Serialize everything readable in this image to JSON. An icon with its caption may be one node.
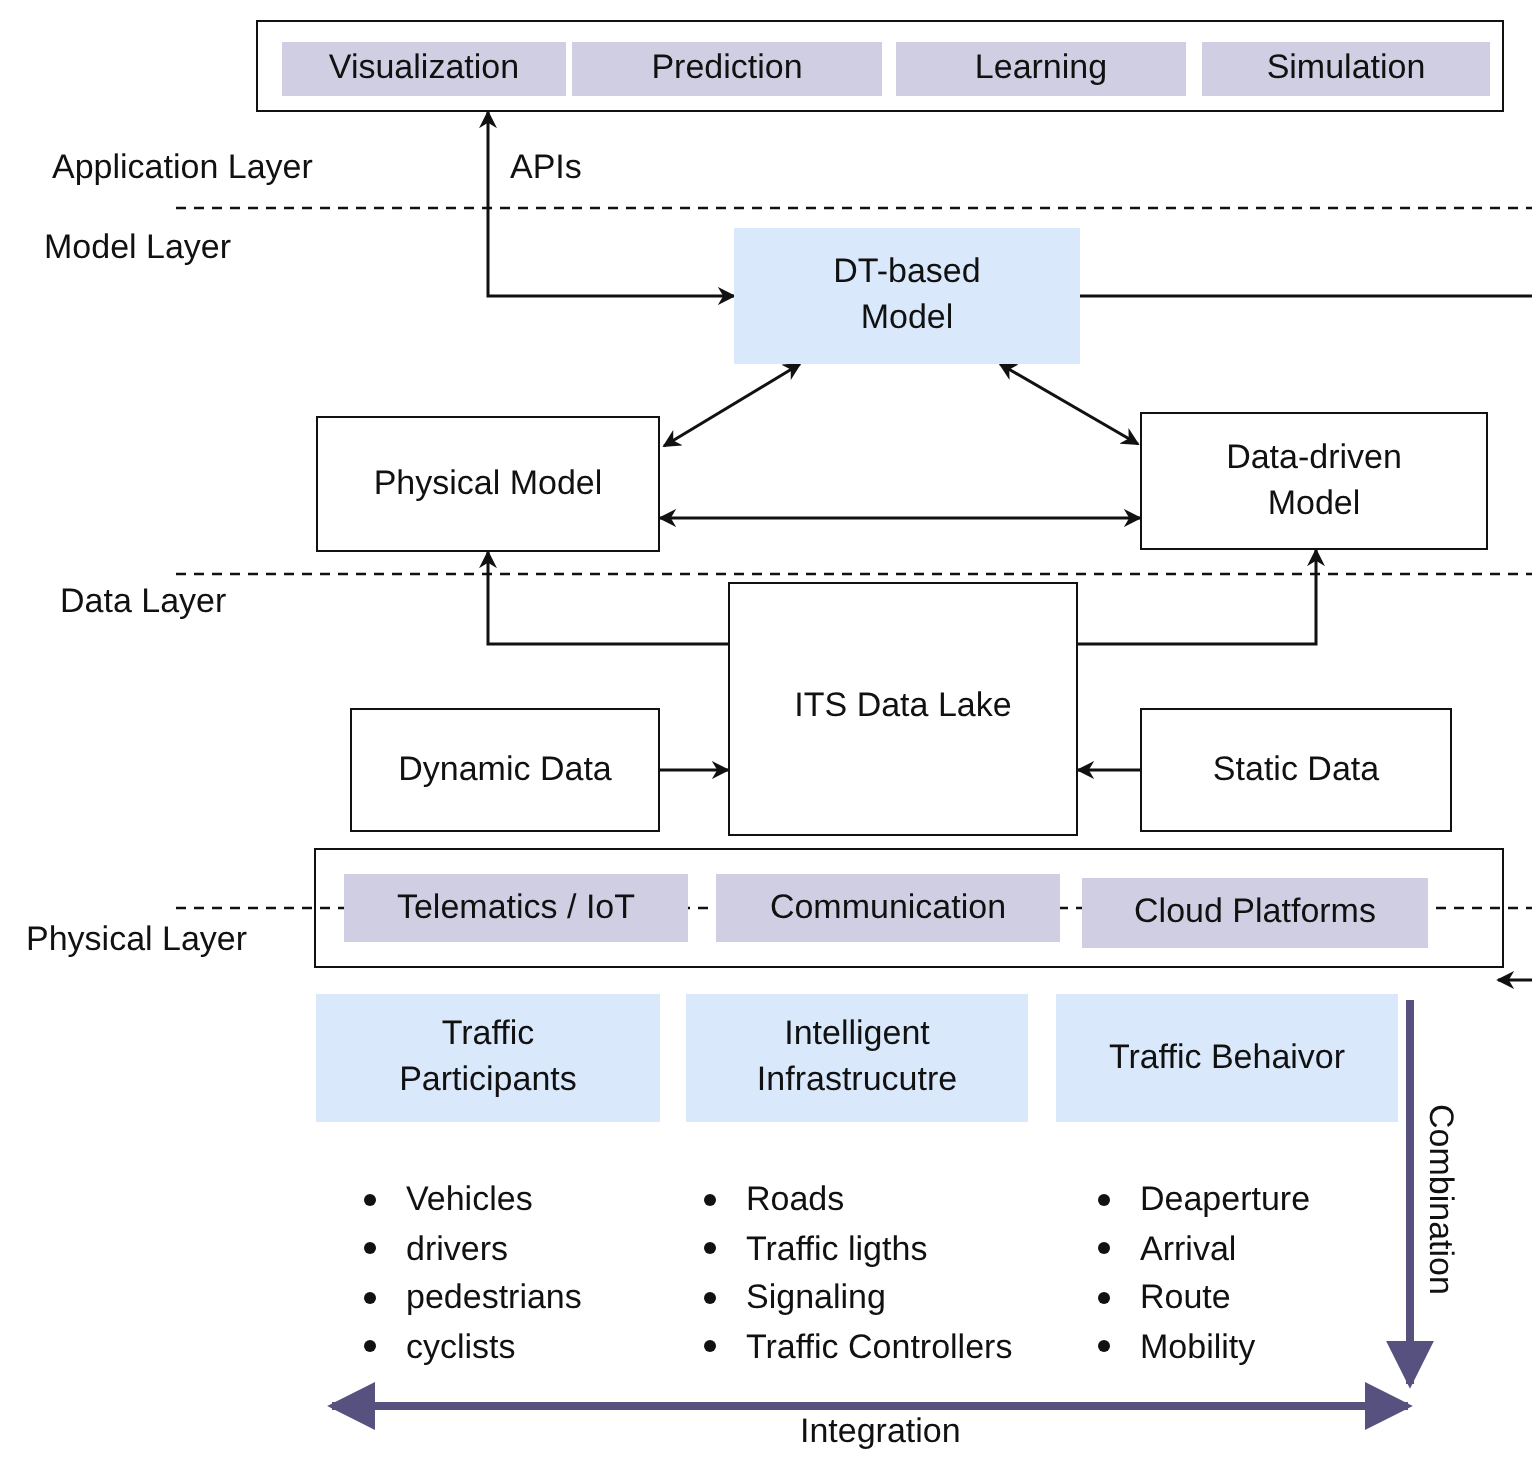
{
  "diagram": {
    "nodes": [
      {
        "text": [],
        "shape": "box"
      },
      {
        "text": [
          "Visualization"
        ],
        "in": 0
      },
      {
        "text": [
          "Prediction"
        ],
        "in": 0
      },
      {
        "text": [
          "Learning"
        ],
        "in": 0
      },
      {
        "text": [
          "Simulation"
        ],
        "in": 0
      },
      {
        "text": [
          "DT-based Model"
        ]
      },
      {
        "text": [
          "Physical Model"
        ]
      },
      {
        "text": [
          "Data-driven Model"
        ]
      },
      {
        "text": [
          "ITS Data Lake"
        ]
      },
      {
        "text": [
          "Dynamic Data"
        ]
      },
      {
        "text": [
          "Static Data"
        ]
      },
      {
        "text": [],
        "shape": "box"
      },
      {
        "text": [
          "Telematics / IoT"
        ],
        "in": 11
      },
      {
        "text": [
          "Communication"
        ],
        "in": 11
      },
      {
        "text": [
          "Cloud Platforms"
        ],
        "in": 11
      },
      {
        "text": [
          "Traffic Participants"
        ]
      },
      {
        "text": [
          "Intelligent Infrastrucutre"
        ]
      },
      {
        "text": [
          "Traffic Behaivor"
        ]
      }
    ],
    "edges": [
      {
        "from": 5,
        "to": 0,
        "arrow": "both",
        "label": "APIs"
      },
      {
        "from": 5,
        "to": null,
        "arrow": "none"
      },
      {
        "from": 6,
        "to": 5,
        "arrow": "both"
      },
      {
        "from": 7,
        "to": 5,
        "arrow": "both"
      },
      {
        "from": 6,
        "to": 7,
        "arrow": "both"
      },
      {
        "from": 8,
        "to": 6,
        "arrow": "to"
      },
      {
        "from": 8,
        "to": 7,
        "arrow": "to"
      },
      {
        "from": 9,
        "to": 8,
        "arrow": "to"
      },
      {
        "from": 10,
        "to": 8,
        "arrow": "to"
      }
    ],
    "labels": [
      "Application Layer",
      "Model Layer",
      "Data Layer",
      "Physical Layer",
      "Vehicles",
      "drivers",
      "pedestrians",
      "cyclists",
      "Roads",
      "Traffic ligths",
      "Signaling",
      "Traffic Controllers",
      "Deaperture",
      "Arrival",
      "Route",
      "Mobility",
      "Combination",
      "Integration"
    ]
  }
}
